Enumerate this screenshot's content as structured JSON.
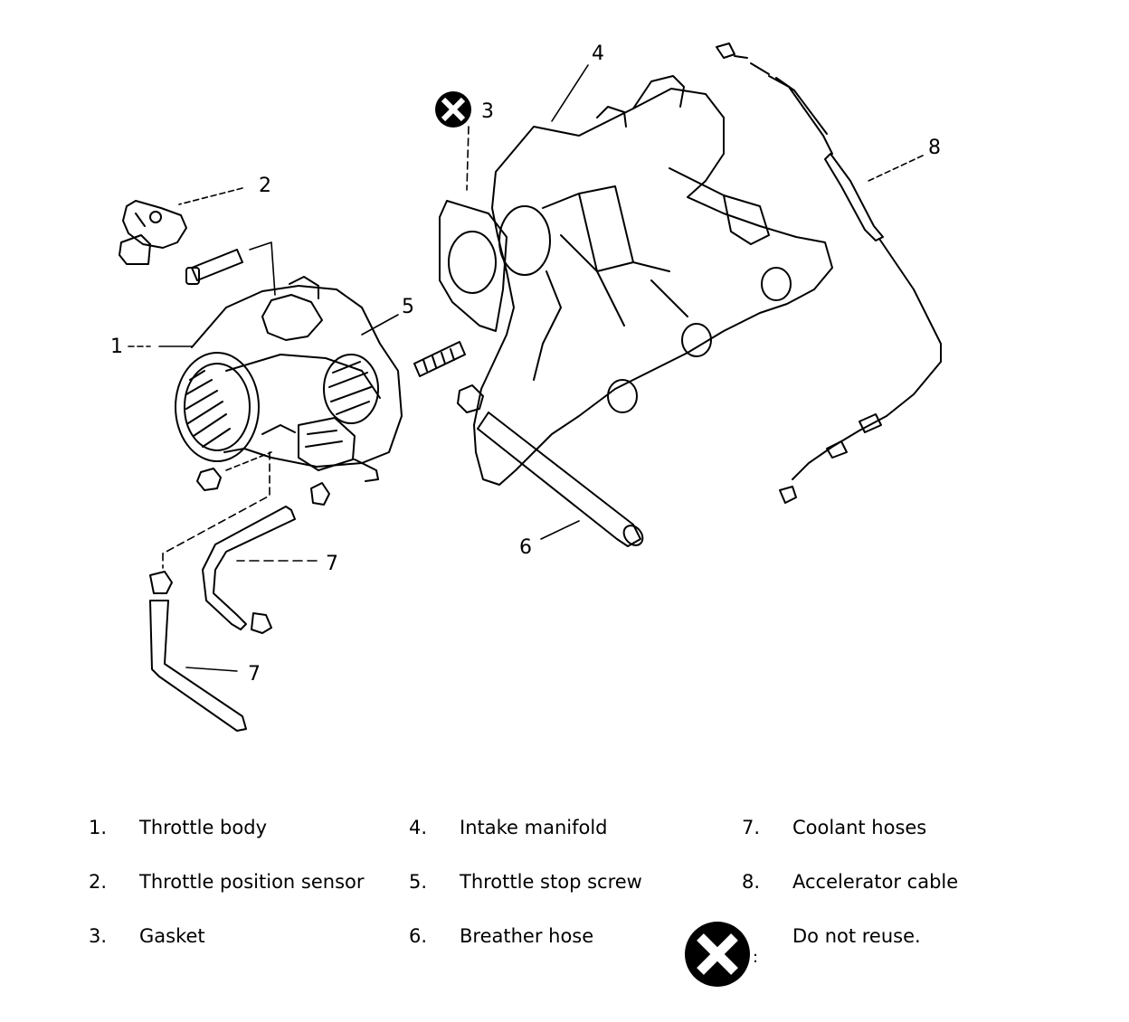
{
  "callouts": {
    "c1": "1",
    "c2": "2",
    "c3": "3",
    "c4": "4",
    "c5": "5",
    "c6": "6",
    "c7a": "7",
    "c7b": "7",
    "c8": "8"
  },
  "legend": {
    "items": [
      {
        "num": "1.",
        "label": "Throttle body"
      },
      {
        "num": "2.",
        "label": "Throttle position sensor"
      },
      {
        "num": "3.",
        "label": "Gasket"
      },
      {
        "num": "4.",
        "label": "Intake manifold"
      },
      {
        "num": "5.",
        "label": "Throttle stop screw"
      },
      {
        "num": "6.",
        "label": "Breather hose"
      },
      {
        "num": "7.",
        "label": "Coolant hoses"
      },
      {
        "num": "8.",
        "label": "Accelerator cable"
      }
    ],
    "symbol_colon": ":",
    "symbol_label": "Do not reuse."
  },
  "colors": {
    "ink": "#000000",
    "paper": "#ffffff"
  },
  "icons": {
    "do_not_reuse": "x-circle-icon"
  }
}
